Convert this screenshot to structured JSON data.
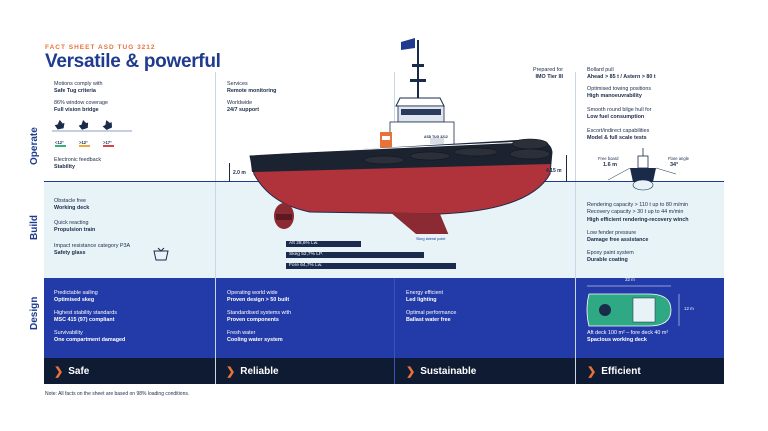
{
  "header": {
    "eyebrow": "FACT SHEET ASD TUG 3212",
    "title": "Versatile & powerful"
  },
  "sections": {
    "operate": "Operate",
    "build": "Build",
    "design": "Design"
  },
  "operate": {
    "col1": [
      {
        "label": "Motions comply with",
        "value": "Safe Tug criteria"
      },
      {
        "label": "86% window coverage",
        "value": "Full vision bridge"
      }
    ],
    "stability_angles": [
      "<12°",
      ">12°",
      ">17°"
    ],
    "stability_colors": [
      "#2fb37a",
      "#f2a73b",
      "#e0404a"
    ],
    "electronic": {
      "label": "Electronic feedback",
      "value": "Stability"
    },
    "col2": [
      {
        "label": "Services",
        "value": "Remote monitoring"
      },
      {
        "label": "Worldwide",
        "value": "24/7 support"
      }
    ],
    "col3": {
      "label": "Prepared for",
      "value": "IMO Tier III"
    },
    "col4": [
      {
        "label": "Bollard pull",
        "value": "Ahead > 85 t / Astern > 80 t"
      },
      {
        "label": "Optimised towing positions",
        "value": "High manoeuvrability"
      },
      {
        "label": "Smooth round bilge hull for",
        "value": "Low fuel consumption"
      },
      {
        "label": "Escort/indirect capabilities",
        "value": "Model & full scale tests"
      }
    ],
    "heel": {
      "fore_board_label": "Free board",
      "fore_board_value": "1.6 m",
      "flare_label": "Flare angle",
      "flare_value": "34°"
    }
  },
  "ship": {
    "dim_left": "2.0 m",
    "dim_right": "4.15 m",
    "name": "ASD TUG 3212",
    "skeg_label": "Skeg lateral point",
    "bars": [
      {
        "label": "Aft 28,6% Lw.",
        "fraction": 0.286
      },
      {
        "label": "Skeg 52,7% LP.",
        "fraction": 0.527
      },
      {
        "label": "Fore 64,7% Lw.",
        "fraction": 0.647
      }
    ]
  },
  "build": {
    "col1": [
      {
        "label": "Obstacle free",
        "value": "Working deck"
      },
      {
        "label": "Quick reacting",
        "value": "Propulsion train"
      },
      {
        "label": "Impact resistance category P3A",
        "value": "Safety glass"
      }
    ],
    "col4": [
      {
        "label": "Rendering capacity > 110 t up to 80 m/min",
        "label2": "Recovery capacity > 30 t up to 44 m/min",
        "value": "High efficient rendering-recovery winch"
      },
      {
        "label": "Low fender pressure",
        "value": "Damage free assistance"
      },
      {
        "label": "Epoxy paint system",
        "value": "Durable coating"
      }
    ]
  },
  "design": {
    "col1": [
      {
        "label": "Predictable sailing",
        "value": "Optimised skeg"
      },
      {
        "label": "Highest stability standards",
        "value": "MSC 415 (97) compliant"
      },
      {
        "label": "Survivability",
        "value": "One compartment damaged"
      }
    ],
    "col2": [
      {
        "label": "Operating world wide",
        "value": "Proven design > 50 built"
      },
      {
        "label": "Standardised systems with",
        "value": "Proven components"
      },
      {
        "label": "Fresh water",
        "value": "Cooling water system"
      }
    ],
    "col3": [
      {
        "label": "Energy efficient",
        "value": "Led lighting"
      },
      {
        "label": "Optimal performance",
        "value": "Ballast water free"
      }
    ],
    "deck": {
      "width_label": "32 m",
      "height_label": "12 m",
      "label": "Aft deck 100 m² – fore deck 40 m²",
      "value": "Spacious working deck"
    }
  },
  "footer": [
    "Safe",
    "Reliable",
    "Sustainable",
    "Efficient"
  ],
  "note": "Note: All facts on the sheet are based on 98% loading conditions.",
  "colors": {
    "accent": "#e8723a",
    "brand": "#1f3a8f",
    "design_band": "#233ba8",
    "footer": "#0f1b33",
    "hull": "#b0323a"
  }
}
